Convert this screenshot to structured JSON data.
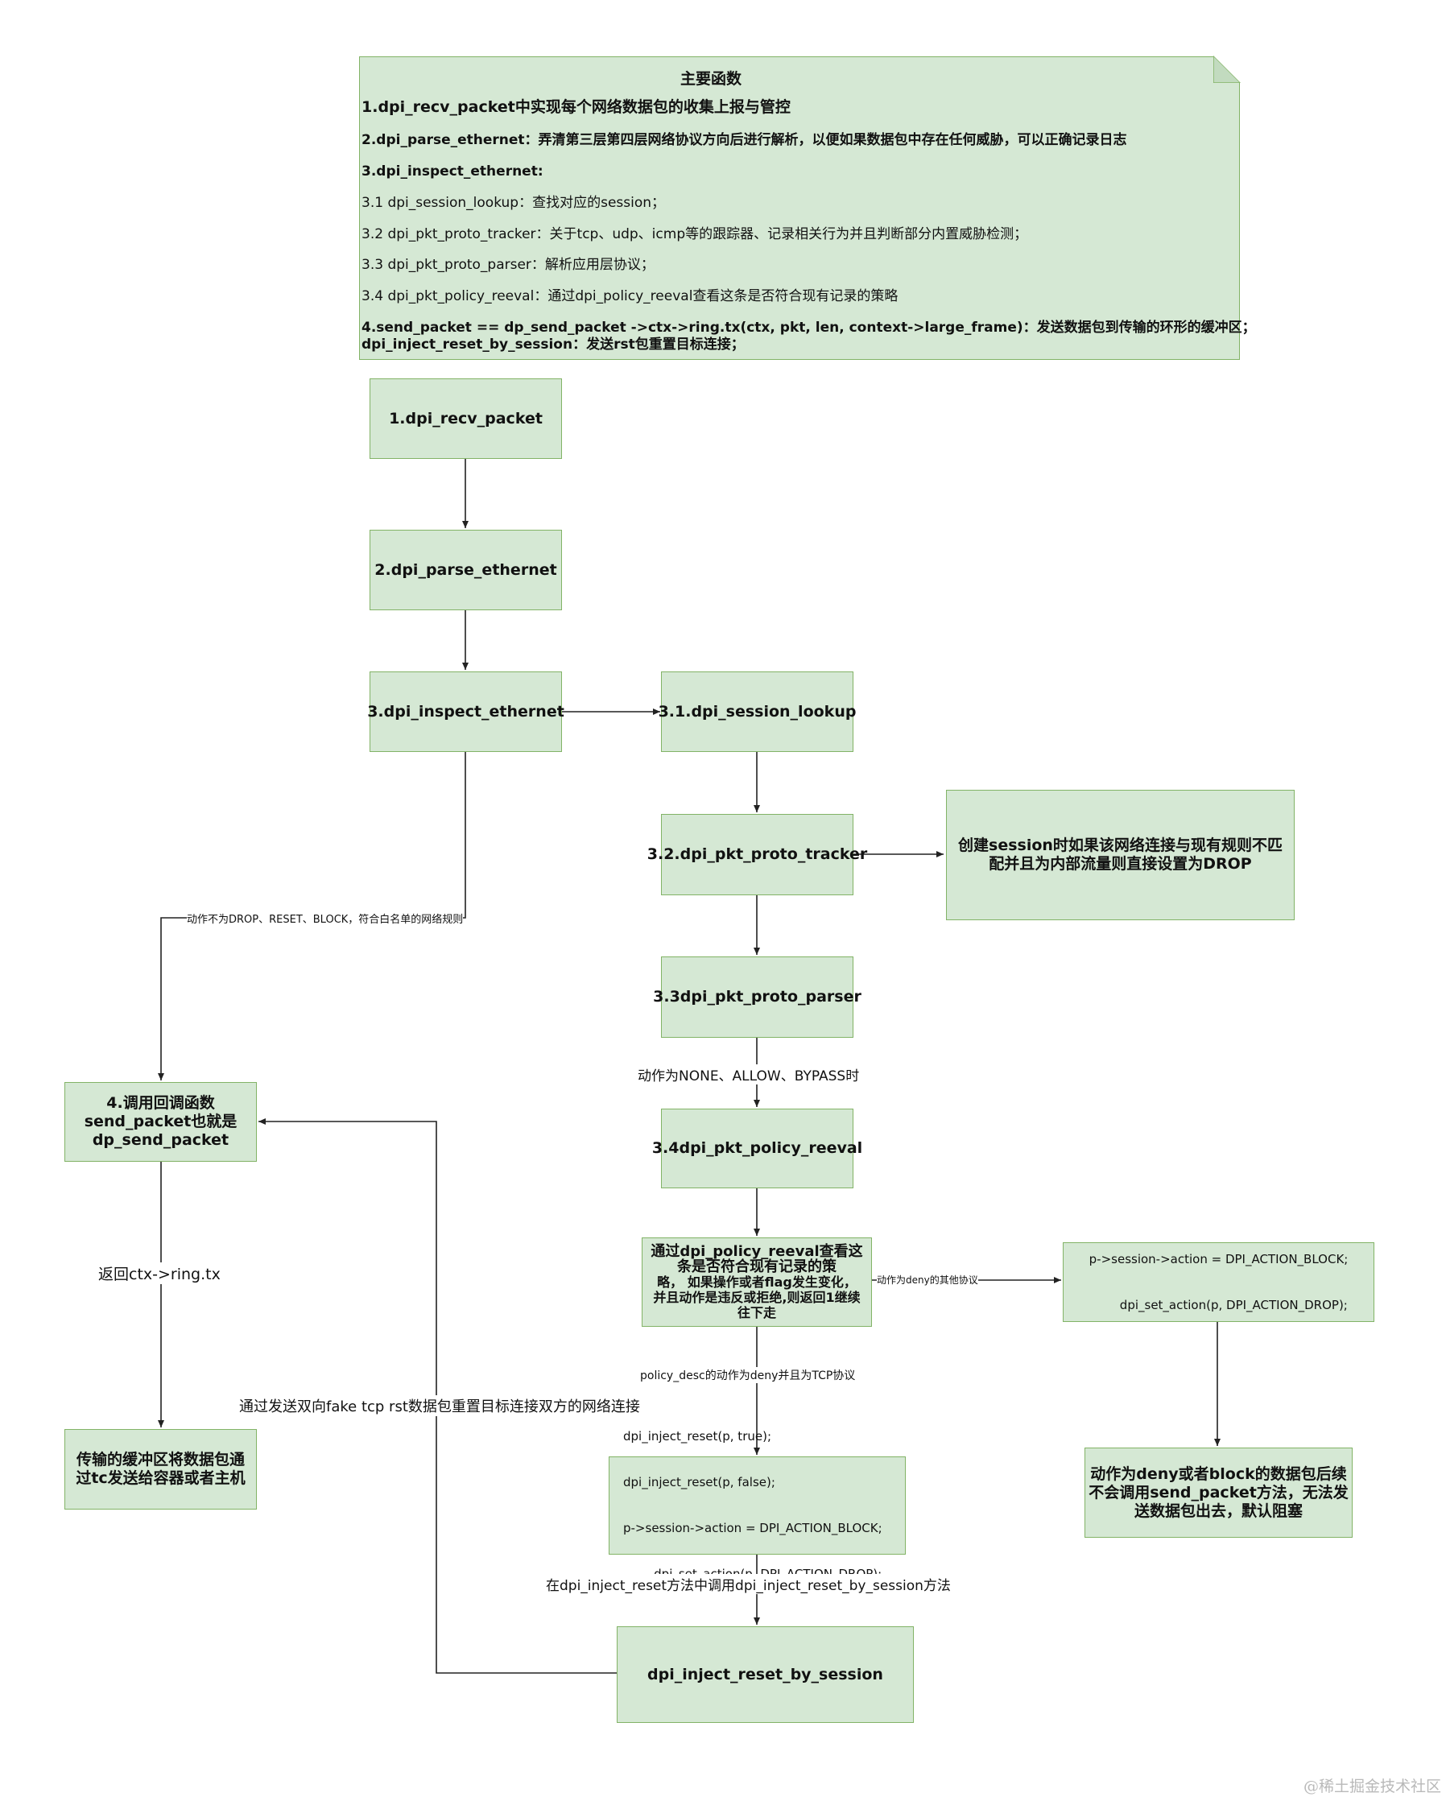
{
  "note": {
    "title": "主要函数",
    "lines": [
      "1.dpi_recv_packet中实现每个网络数据包的收集上报与管控",
      "2.dpi_parse_ethernet：弄清第三层第四层网络协议方向后进行解析，以便如果数据包中存在任何威胁，可以正确记录日志",
      "3.dpi_inspect_ethernet:",
      "3.1 dpi_session_lookup：查找对应的session；",
      "3.2 dpi_pkt_proto_tracker：关于tcp、udp、icmp等的跟踪器、记录相关行为并且判断部分内置威胁检测；",
      "3.3 dpi_pkt_proto_parser：解析应用层协议；",
      "3.4 dpi_pkt_policy_reeval：通过dpi_policy_reeval查看这条是否符合现有记录的策略",
      "4.send_packet == dp_send_packet ->ctx->ring.tx(ctx, pkt, len, context->large_frame)：发送数据包到传输的环形的缓冲区；",
      "dpi_inject_reset_by_session：发送rst包重置目标连接；"
    ]
  },
  "nodes": {
    "recv": "1.dpi_recv_packet",
    "parse": "2.dpi_parse_ethernet",
    "inspect": "3.dpi_inspect_ethernet",
    "lookup": "3.1.dpi_session_lookup",
    "tracker": "3.2.dpi_pkt_proto_tracker",
    "tracker_note": [
      "创建session时如果该网络连接与现有规则不匹",
      "配并且为内部流量则直接设置为DROP"
    ],
    "parser": "3.3dpi_pkt_proto_parser",
    "reeval": "3.4dpi_pkt_policy_reeval",
    "reeval_desc": [
      "通过dpi_policy_reeval查看这",
      "条是否符合现有记录的策",
      "略， 如果操作或者flag发生变化，",
      "并且动作是违反或拒绝,则返回1继续",
      "往下走"
    ],
    "callback": [
      "4.调用回调函数",
      "send_packet也就是",
      "dp_send_packet"
    ],
    "buffer": [
      "传输的缓冲区将数据包通",
      "过tc发送给容器或者主机"
    ],
    "inject_code": [
      "dpi_inject_reset(p, true);",
      "dpi_inject_reset(p, false);",
      "p->session->action = DPI_ACTION_BLOCK;",
      "        dpi_set_action(p, DPI_ACTION_DROP);"
    ],
    "block_code": [
      "p->session->action = DPI_ACTION_BLOCK;",
      "        dpi_set_action(p, DPI_ACTION_DROP);"
    ],
    "deny_note": [
      "动作为deny或者block的数据包后续",
      "不会调用send_packet方法，无法发",
      "送数据包出去，默认阻塞"
    ],
    "inject_session": "dpi_inject_reset_by_session"
  },
  "edge_labels": {
    "whitelist": "动作不为DROP、RESET、BLOCK，符合白名单的网络规则",
    "allow": "动作为NONE、ALLOW、BYPASS时",
    "return_tx": "返回ctx->ring.tx",
    "deny_other": "动作为deny的其他协议",
    "deny_tcp": "policy_desc的动作为deny并且为TCP协议",
    "fake_rst": "通过发送双向fake tcp rst数据包重置目标连接双方的网络连接",
    "call_session": "在dpi_inject_reset方法中调用dpi_inject_reset_by_session方法"
  },
  "watermark": "@稀土掘金技术社区",
  "colors": {
    "fill": "#d5e8d4",
    "stroke": "#82b366",
    "edge": "#222222"
  }
}
